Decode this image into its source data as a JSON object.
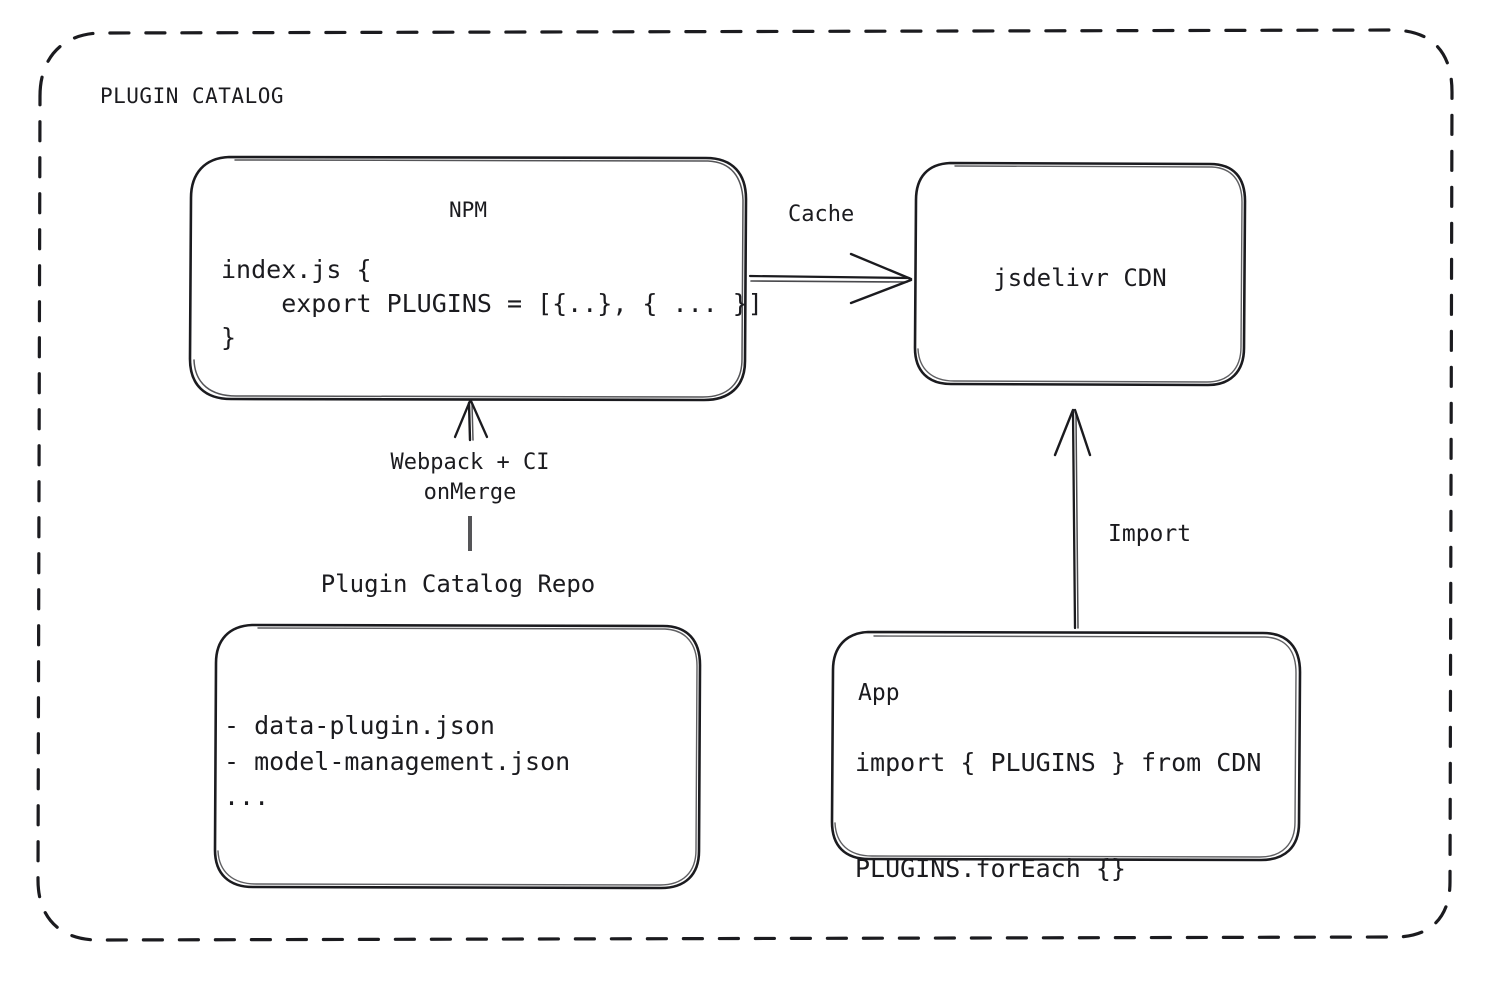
{
  "diagram": {
    "title": "PLUGIN CATALOG",
    "style": "hand-drawn",
    "stroke_color": "#1b1b1f",
    "background": "#ffffff",
    "nodes": [
      {
        "id": "npm",
        "title": "NPM",
        "code": "index.js {\n    export PLUGINS = [{..}, { ... }]\n}"
      },
      {
        "id": "cdn",
        "title": "jsdelivr CDN"
      },
      {
        "id": "repo",
        "external_label": "Plugin Catalog Repo",
        "code": "- data-plugin.json\n- model-management.json\n..."
      },
      {
        "id": "app",
        "title": "App",
        "code": "import { PLUGINS } from CDN\n\nPLUGINS.forEach {}"
      }
    ],
    "edges": [
      {
        "id": "cache",
        "label": "Cache",
        "from": "npm",
        "to": "cdn",
        "direction": "right"
      },
      {
        "id": "webpack",
        "label": "Webpack + CI\nonMerge",
        "from": "repo",
        "to": "npm",
        "direction": "up"
      },
      {
        "id": "import",
        "label": "Import",
        "from": "app",
        "to": "cdn",
        "direction": "up"
      }
    ]
  }
}
